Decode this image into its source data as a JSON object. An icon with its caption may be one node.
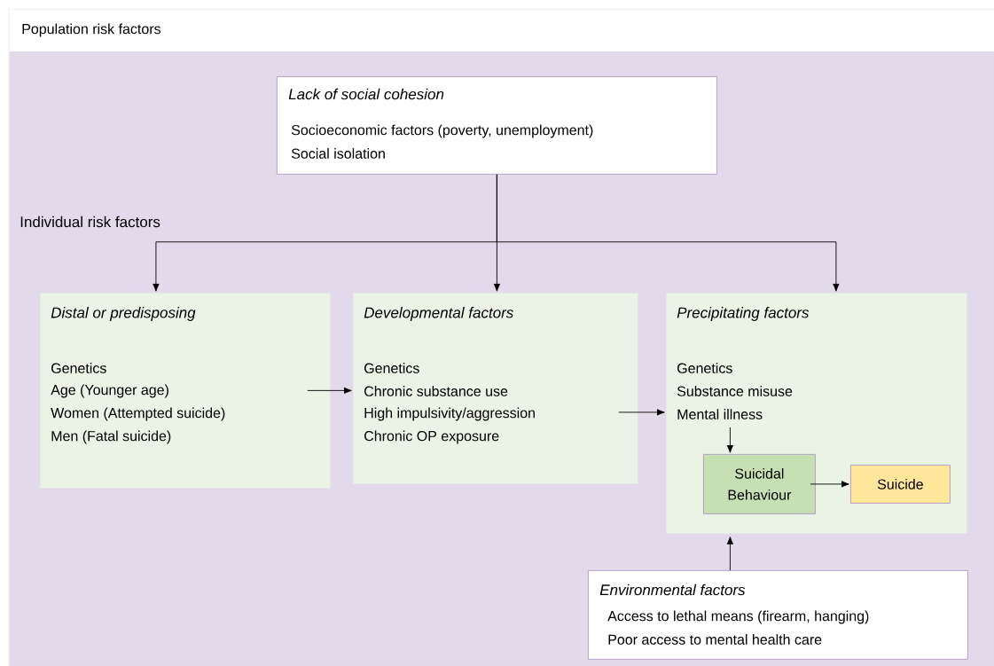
{
  "diagram": {
    "nodes": [
      {
        "text": [
          "Population risk factors"
        ]
      },
      {
        "text": [
          "Lack of social cohesion",
          "Socioeconomic factors (poverty, unemployment)",
          "Social isolation"
        ],
        "in": 0
      },
      {
        "text": [
          "Distal or predisposing",
          "Genetics",
          "Age (Younger age)",
          "Women (Attempted suicide)",
          "Men (Fatal suicide)"
        ],
        "in": 0
      },
      {
        "text": [
          "Developmental factors",
          "Genetics",
          "Chronic substance use",
          "High impulsivity/aggression",
          "Chronic OP exposure"
        ],
        "in": 0
      },
      {
        "text": [
          "Precipitating factors",
          "Genetics",
          "Substance misuse",
          "Mental illness"
        ],
        "in": 0
      },
      {
        "text": [
          "Suicidal Behaviour"
        ],
        "in": 4
      },
      {
        "text": [
          "Suicide"
        ],
        "in": 4
      },
      {
        "text": [
          "Environmental factors",
          "Access to lethal means (firearm, hanging)",
          "Poor access to mental health care"
        ],
        "in": 0
      }
    ],
    "edges": [
      {
        "from": 1,
        "to": 2,
        "arrow": "to"
      },
      {
        "from": 1,
        "to": 3,
        "arrow": "to"
      },
      {
        "from": 1,
        "to": 4,
        "arrow": "to"
      },
      {
        "from": 2,
        "to": 3,
        "arrow": "to"
      },
      {
        "from": 3,
        "to": 4,
        "arrow": "to"
      },
      {
        "from": null,
        "to": 5,
        "arrow": "to"
      },
      {
        "from": 5,
        "to": 6,
        "arrow": "to"
      },
      {
        "from": 7,
        "to": 4,
        "arrow": "to"
      }
    ],
    "labels": [
      "Individual risk factors"
    ]
  }
}
